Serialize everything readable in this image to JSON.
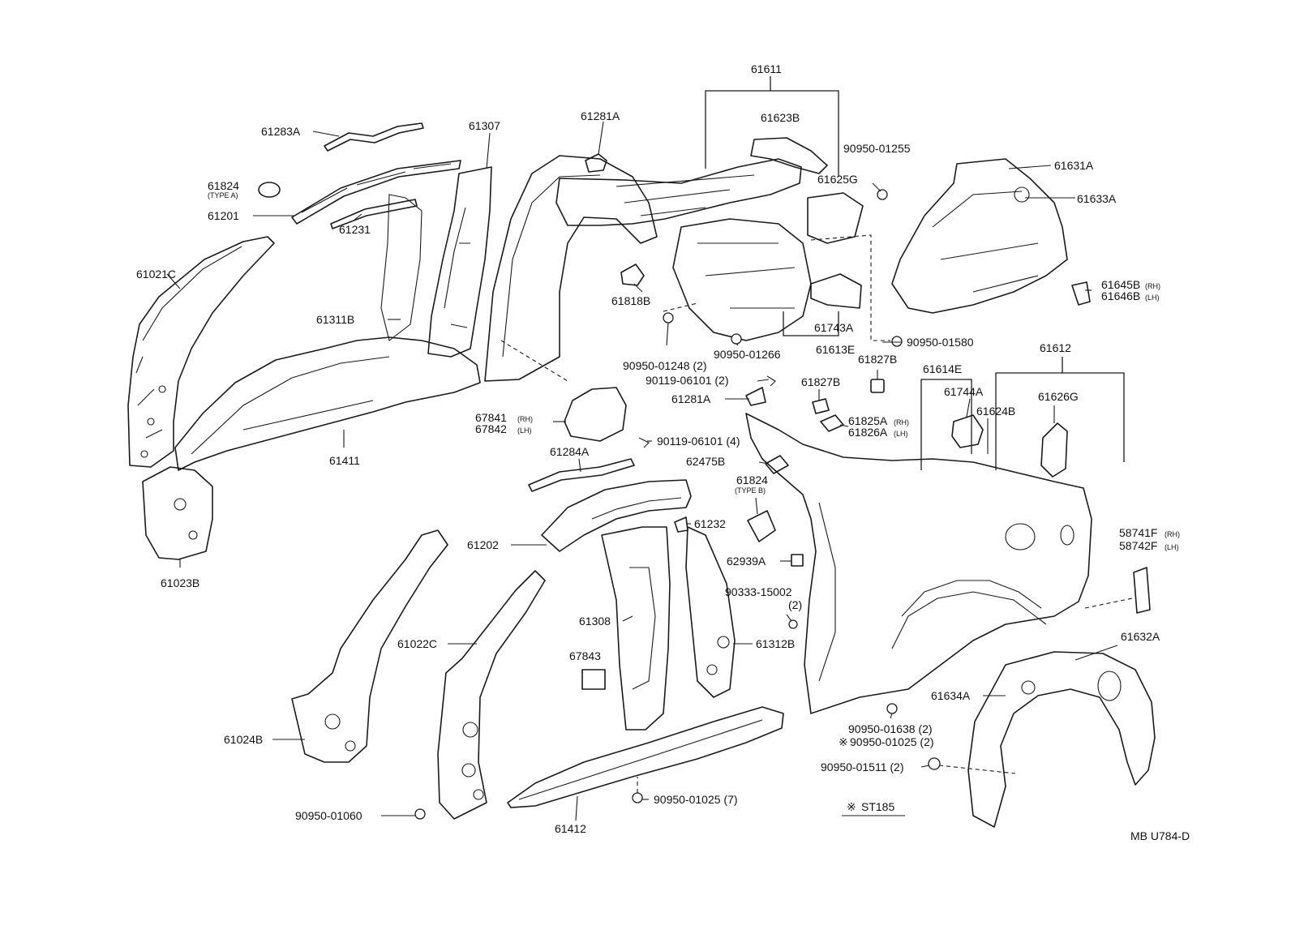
{
  "diagram": {
    "type": "exploded parts diagram",
    "reference": "MB U784-D",
    "note_marker": "※",
    "note_label": "ST185"
  },
  "labels": {
    "p61611": "61611",
    "p61623B": "61623B",
    "p61281A_top": "61281A",
    "p61307": "61307",
    "p61283A": "61283A",
    "p90950_01255": "90950-01255",
    "p61631A": "61631A",
    "p61824_a": "61824",
    "p61824_a_type": "(TYPE A)",
    "p61625G": "61625G",
    "p61633A": "61633A",
    "p61201": "61201",
    "p61231": "61231",
    "p61021C": "61021C",
    "p61645B": "61645B",
    "p61645B_side": "(RH)",
    "p61646B": "61646B",
    "p61646B_side": "(LH)",
    "p61818B": "61818B",
    "p61311B": "61311B",
    "p61743A": "61743A",
    "p90950_01580": "90950-01580",
    "p90950_01248": "90950-01248 (2)",
    "p90950_01266": "90950-01266",
    "p61613E": "61613E",
    "p61827B_a": "61827B",
    "p61612": "61612",
    "p90119_06101_2": "90119-06101 (2)",
    "p61614E": "61614E",
    "p61827B_b": "61827B",
    "p61744A": "61744A",
    "p61626G": "61626G",
    "p61281A_mid": "61281A",
    "p61624B": "61624B",
    "p67841": "67841",
    "p67841_side": "(RH)",
    "p67842": "67842",
    "p67842_side": "(LH)",
    "p61825A": "61825A",
    "p61825A_side": "(RH)",
    "p61826A": "61826A",
    "p61826A_side": "(LH)",
    "p61411": "61411",
    "p90119_06101_4": "90119-06101 (4)",
    "p61284A": "61284A",
    "p62475B": "62475B",
    "p61824_b": "61824",
    "p61824_b_type": "(TYPE B)",
    "p61232": "61232",
    "p61202": "61202",
    "p58741F": "58741F",
    "p58741F_side": "(RH)",
    "p58742F": "58742F",
    "p58742F_side": "(LH)",
    "p62939A": "62939A",
    "p61023B": "61023B",
    "p90333_15002": "90333-15002",
    "p90333_15002_qty": "(2)",
    "p61308": "61308",
    "p61632A": "61632A",
    "p61022C": "61022C",
    "p61312B": "61312B",
    "p67843": "67843",
    "p61634A": "61634A",
    "p61024B": "61024B",
    "p90950_01638": "90950-01638 (2)",
    "p90950_01025_2": "90950-01025 (2)",
    "p90950_01511": "90950-01511 (2)",
    "p90950_01060": "90950-01060",
    "p90950_01025_7": "90950-01025 (7)",
    "p61412": "61412"
  }
}
